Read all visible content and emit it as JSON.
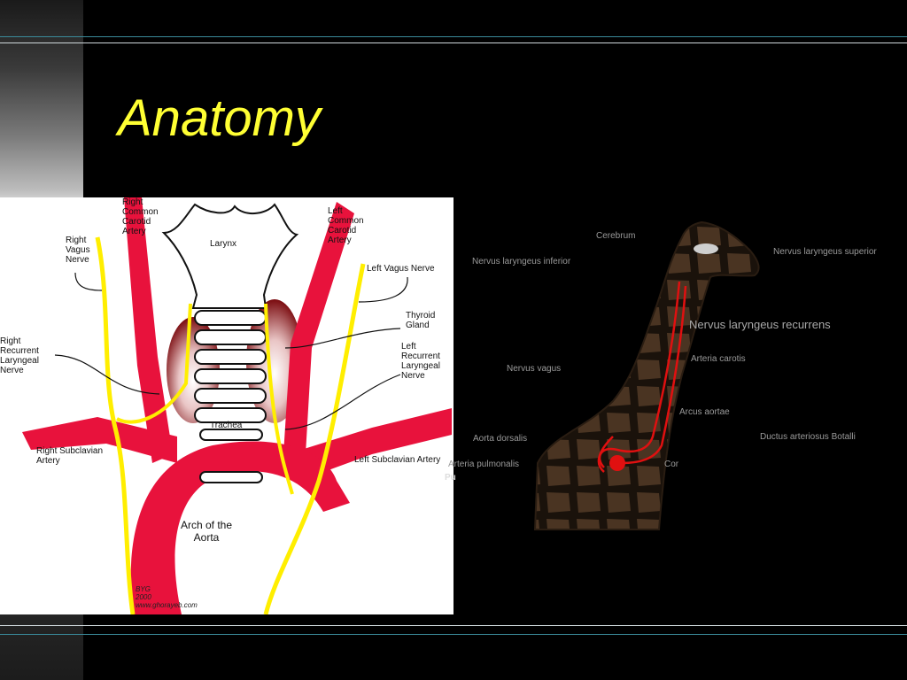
{
  "slide": {
    "title": "Anatomy"
  },
  "human_diagram": {
    "labels": {
      "right_cca": "Right\nCommon\nCarotid\nArtery",
      "left_cca": "Left\nCommon\nCarotid\nArtery",
      "right_vagus": "Right\nVagus\nNerve",
      "larynx": "Larynx",
      "left_vagus": "Left Vagus Nerve",
      "thyroid": "Thyroid\nGland",
      "right_rln": "Right\nRecurrent\nLaryngeal\nNerve",
      "left_rln": "Left\nRecurrent\nLaryngeal\nNerve",
      "trachea": "Trachea",
      "right_subclavian": "Right Subclavian\nArtery",
      "left_subclavian": "Left Subclavian Artery",
      "arch": "Arch of the\nAorta",
      "credit": "BYG\n2000\nwww.ghorayeb.com",
      "partial": "Pu"
    },
    "colors": {
      "artery": "#e8123c",
      "nerve": "#ffee00",
      "thyroid": "#8a0e12"
    }
  },
  "giraffe_diagram": {
    "labels": {
      "cerebrum": "Cerebrum",
      "n_lar_inf": "Nervus laryngeus inferior",
      "n_lar_sup": "Nervus laryngeus superior",
      "n_lar_rec": "Nervus laryngeus recurrens",
      "a_carotis": "Arteria carotis",
      "n_vagus": "Nervus vagus",
      "arcus": "Arcus aortae",
      "aorta_dors": "Aorta dorsalis",
      "ductus": "Ductus arteriosus Botalli",
      "a_pulm": "Arteria pulmonalis",
      "cor": "Cor"
    },
    "colors": {
      "nerve": "#e01010",
      "body": "#3b2a1c"
    }
  }
}
